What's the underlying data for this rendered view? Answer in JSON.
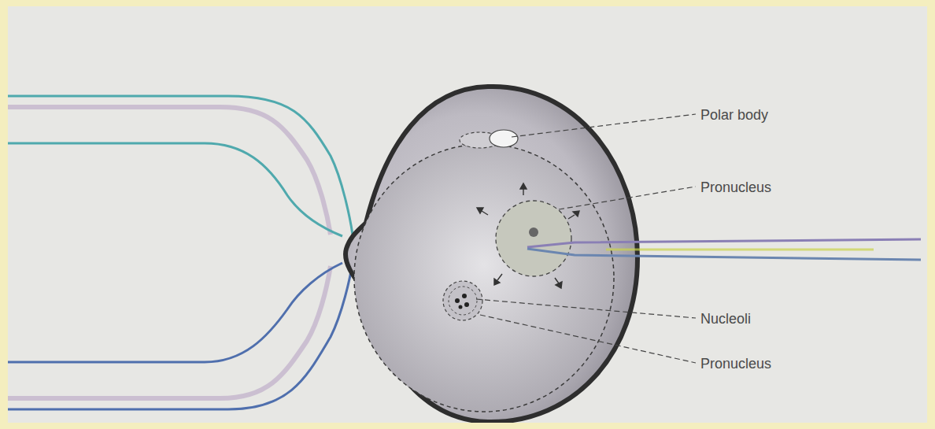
{
  "diagram": {
    "labels": [
      "Polar body",
      "Pronucleus",
      "Nucleoli",
      "Pronucleus"
    ]
  }
}
